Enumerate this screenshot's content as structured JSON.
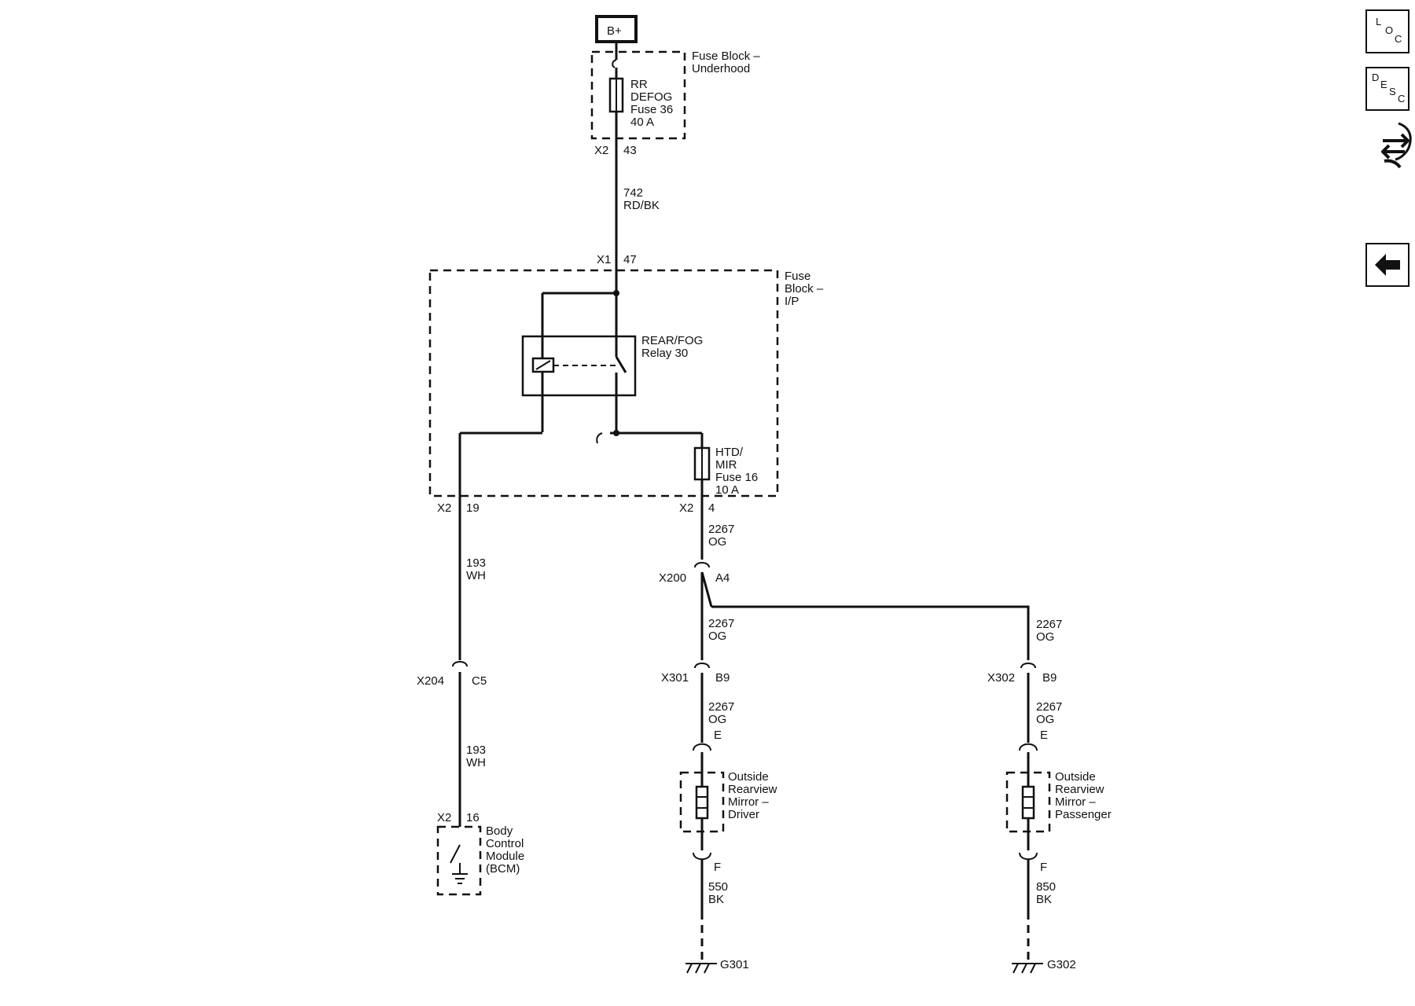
{
  "supply": {
    "label": "B+"
  },
  "fuse_block_underhood": {
    "label_line1": "Fuse Block –",
    "label_line2": "Underhood",
    "fuse_line1": "RR",
    "fuse_line2": "DEFOG",
    "fuse_line3": "Fuse 36",
    "fuse_line4": "40 A",
    "conn": "X2",
    "pin": "43"
  },
  "wire_742": {
    "circuit": "742",
    "color": "RD/BK"
  },
  "fuse_block_ip": {
    "conn_in": "X1",
    "pin_in": "47",
    "label_line1": "Fuse",
    "label_line2": "Block –",
    "label_line3": "I/P",
    "relay_line1": "REAR/FOG",
    "relay_line2": "Relay 30",
    "fuse_line1": "HTD/",
    "fuse_line2": "MIR",
    "fuse_line3": "Fuse 16",
    "fuse_line4": "10 A",
    "left_conn": "X2",
    "left_pin": "19",
    "right_conn": "X2",
    "right_pin": "4"
  },
  "wires": {
    "w193a": {
      "circuit": "193",
      "color": "WH"
    },
    "w193b": {
      "circuit": "193",
      "color": "WH"
    },
    "w2267a": {
      "circuit": "2267",
      "color": "OG"
    },
    "w2267b": {
      "circuit": "2267",
      "color": "OG"
    },
    "w2267c": {
      "circuit": "2267",
      "color": "OG"
    },
    "w2267d": {
      "circuit": "2267",
      "color": "OG"
    },
    "w2267e": {
      "circuit": "2267",
      "color": "OG"
    },
    "w550": {
      "circuit": "550",
      "color": "BK"
    },
    "w850": {
      "circuit": "850",
      "color": "BK"
    }
  },
  "connectors": {
    "x200": {
      "name": "X200",
      "pin": "A4"
    },
    "x204": {
      "name": "X204",
      "pin": "C5"
    },
    "x301": {
      "name": "X301",
      "pin": "B9"
    },
    "x302": {
      "name": "X302",
      "pin": "B9"
    },
    "drv_e": {
      "pin": "E"
    },
    "drv_f": {
      "pin": "F"
    },
    "pass_e": {
      "pin": "E"
    },
    "pass_f": {
      "pin": "F"
    }
  },
  "bcm": {
    "conn": "X2",
    "pin": "16",
    "label_line1": "Body",
    "label_line2": "Control",
    "label_line3": "Module",
    "label_line4": "(BCM)"
  },
  "mirror_driver": {
    "label_line1": "Outside",
    "label_line2": "Rearview",
    "label_line3": "Mirror –",
    "label_line4": "Driver"
  },
  "mirror_passenger": {
    "label_line1": "Outside",
    "label_line2": "Rearview",
    "label_line3": "Mirror –",
    "label_line4": "Passenger"
  },
  "grounds": {
    "g301": "G301",
    "g302": "G302"
  },
  "side_buttons": {
    "loc": {
      "l1": "L",
      "l2": "O",
      "l3": "C"
    },
    "desc": {
      "l1": "D",
      "l2": "E",
      "l3": "S",
      "l4": "C"
    },
    "connector_icon": "connector-end-view-icon",
    "back_icon": "back-arrow-icon"
  }
}
